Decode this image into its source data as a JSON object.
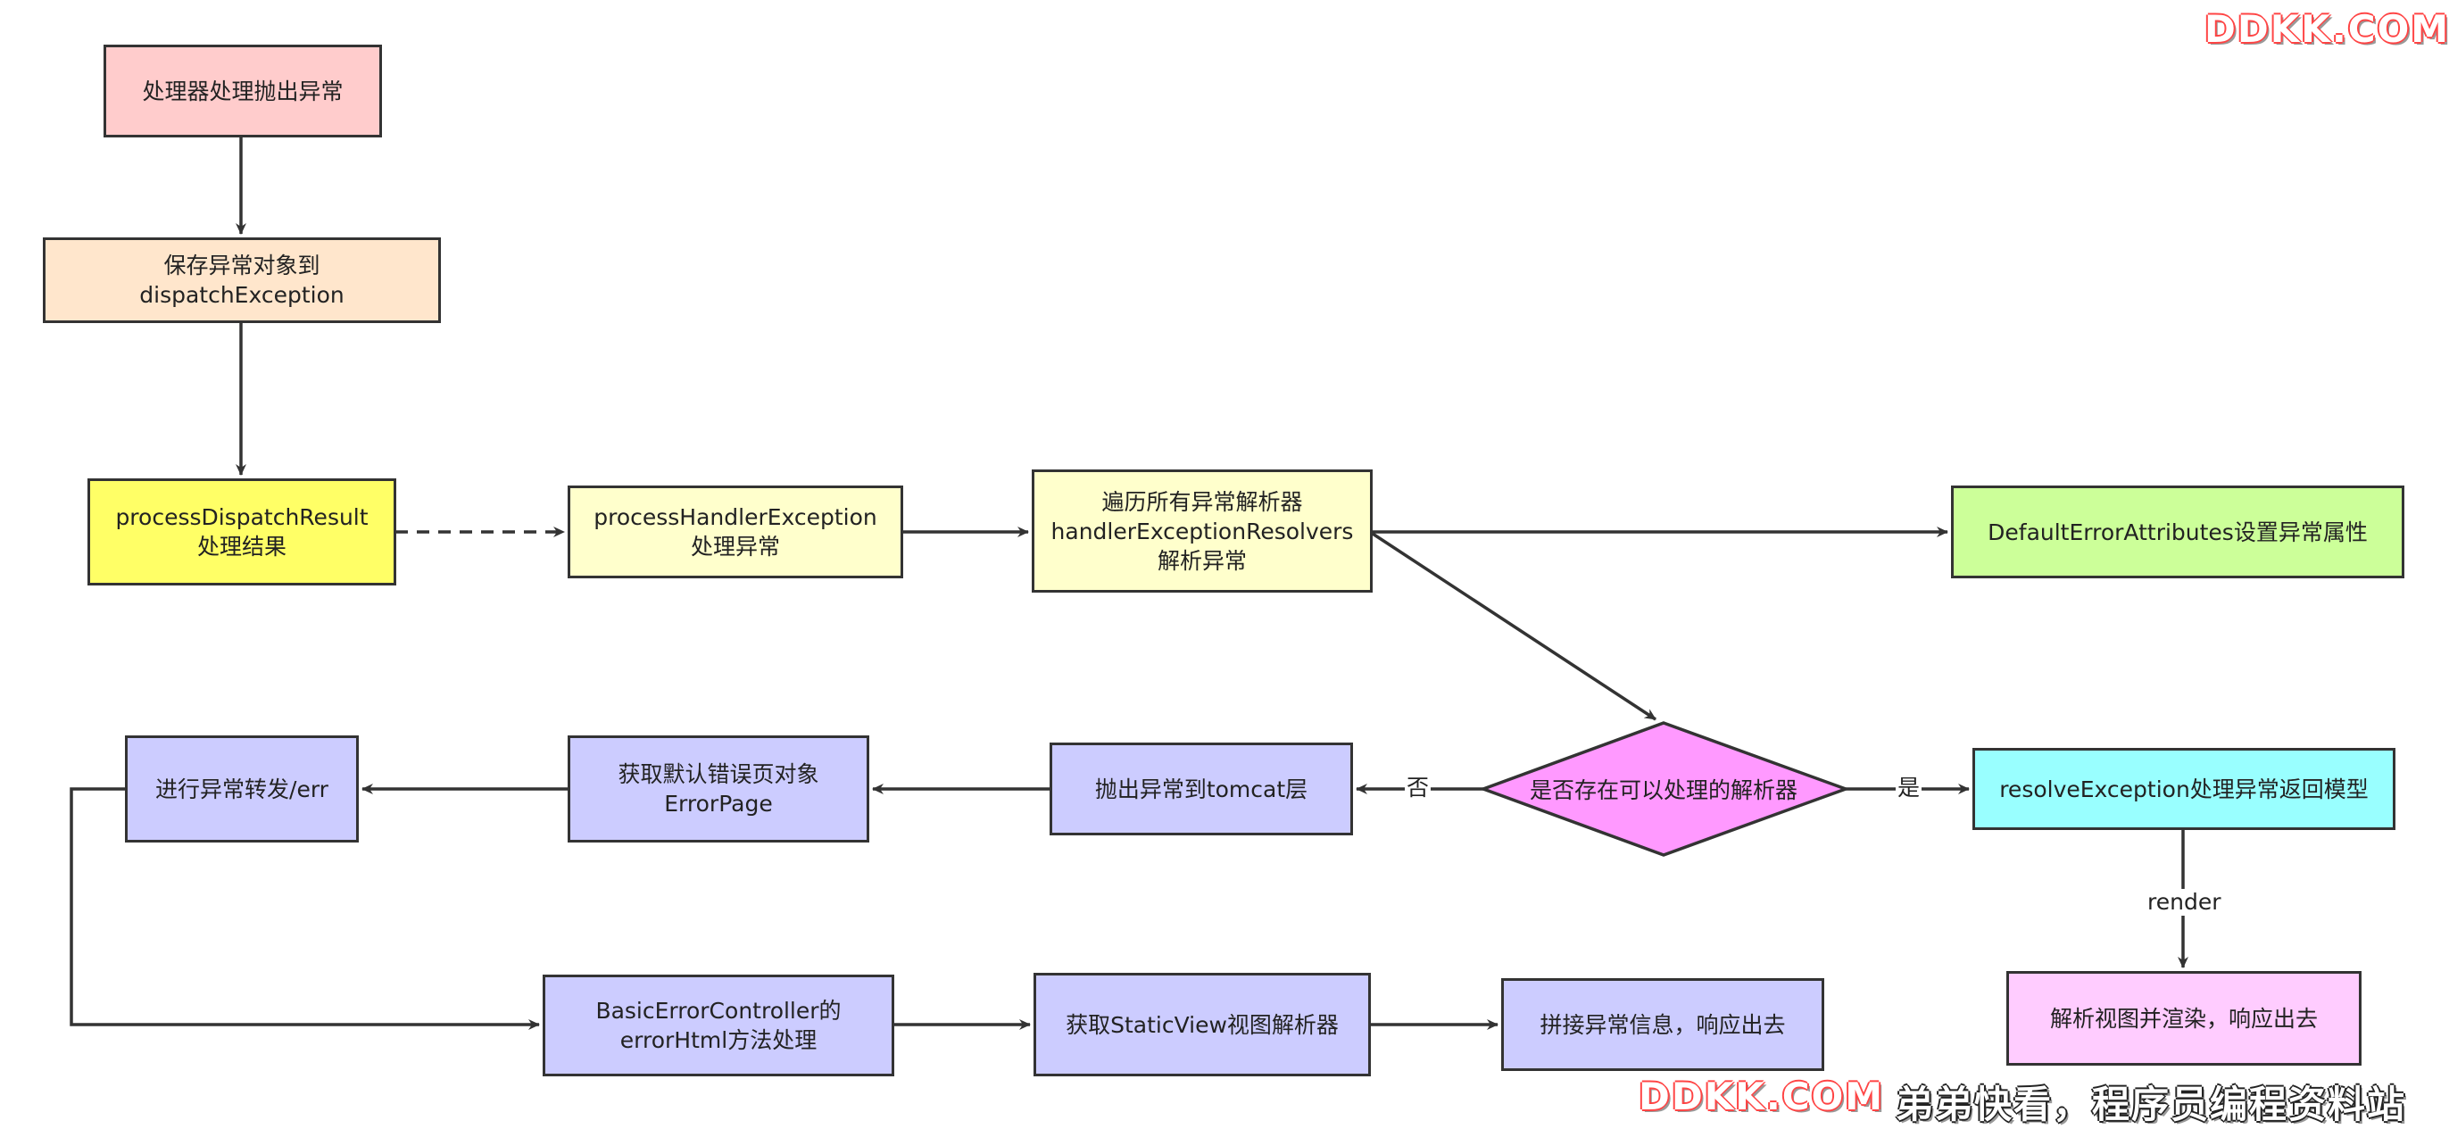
{
  "watermark": {
    "top": "DDKK.COM",
    "bottom_site": "DDKK.COM",
    "bottom_slogan": "弟弟快看，程序员编程资料站"
  },
  "colors": {
    "pink": "#ffcccc",
    "peach": "#ffe6cc",
    "yellow": "#ffff66",
    "light_yellow": "#ffffcc",
    "green": "#ccff99",
    "lavender": "#ccccff",
    "cyan": "#99ffff",
    "magenta": "#ff99ff",
    "light_pink": "#ffccff",
    "stroke": "#333333"
  },
  "nodes": {
    "throw": "处理器处理抛出异常",
    "save": "保存异常对象到\ndispatchException",
    "process_result": "processDispatchResult\n处理结果",
    "process_handler": "processHandlerException\n处理异常",
    "resolvers": "遍历所有异常解析器\nhandlerExceptionResolvers\n解析异常",
    "default_attrs": "DefaultErrorAttributes设置异常属性",
    "decision": "是否存在可以处理的解析器",
    "resolve_exception": "resolveException处理异常返回模型",
    "render_view": "解析视图并渲染，响应出去",
    "throw_tomcat": "抛出异常到tomcat层",
    "error_page": "获取默认错误页对象\nErrorPage",
    "forward": "进行异常转发/err",
    "basic_controller": "BasicErrorController的\nerrorHtml方法处理",
    "static_view": "获取StaticView视图解析器",
    "concat": "拼接异常信息，响应出去"
  },
  "edge_labels": {
    "no": "否",
    "yes": "是",
    "render": "render"
  }
}
